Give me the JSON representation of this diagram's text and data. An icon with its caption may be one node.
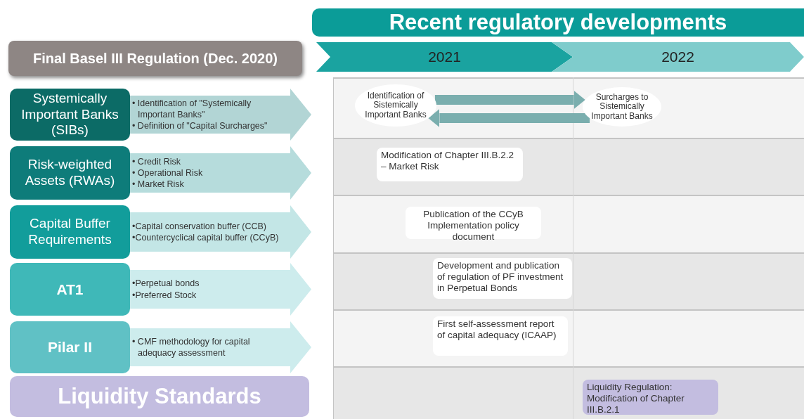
{
  "diagram": {
    "title": "Recent regulatory developments",
    "nodes": [
      {
        "text": [
          "Final Basel III Regulation (Dec. 2020)"
        ]
      },
      {
        "text": [
          "2021"
        ]
      },
      {
        "text": [
          "2022"
        ]
      },
      {
        "text": [
          "Systemically Important Banks (SIBs)"
        ]
      },
      {
        "text": [
          "• Identification of \"Systemically Important Banks\"",
          "• Definition of \"Capital Surcharges\""
        ]
      },
      {
        "text": [
          "Risk-weighted Assets (RWAs)"
        ]
      },
      {
        "text": [
          "• Credit Risk",
          "• Operational Risk",
          "• Market Risk"
        ]
      },
      {
        "text": [
          "Capital Buffer Requirements"
        ]
      },
      {
        "text": [
          "•Capital conservation buffer (CCB)",
          "•Countercyclical capital buffer (CCyB)"
        ]
      },
      {
        "text": [
          "AT1"
        ]
      },
      {
        "text": [
          "•Perpetual bonds",
          "•Preferred Stock"
        ]
      },
      {
        "text": [
          "Pilar II"
        ]
      },
      {
        "text": [
          "• CMF methodology for capital adequacy assessment"
        ]
      },
      {
        "text": [
          "Liquidity Standards"
        ]
      },
      {
        "text": [
          "Identification of Sistemically Important Banks"
        ]
      },
      {
        "text": [
          "Surcharges to Sistemically Important Banks"
        ]
      },
      {
        "text": [
          "Modification of Chapter III.B.2.2 – Market Risk"
        ]
      },
      {
        "text": [
          "Publication of the CCyB Implementation policy document"
        ]
      },
      {
        "text": [
          "Development and publication of regulation of PF investment in Perpetual Bonds"
        ]
      },
      {
        "text": [
          "First self-assessment report of capital adequacy (ICAAP)"
        ]
      },
      {
        "text": [
          "Liquidity Regulation: Modification of Chapter III.B.2.1"
        ]
      }
    ],
    "edges": [
      {
        "from": 14,
        "to": 15,
        "arrow": "to"
      },
      {
        "from": 15,
        "to": 14,
        "arrow": "to"
      }
    ]
  }
}
